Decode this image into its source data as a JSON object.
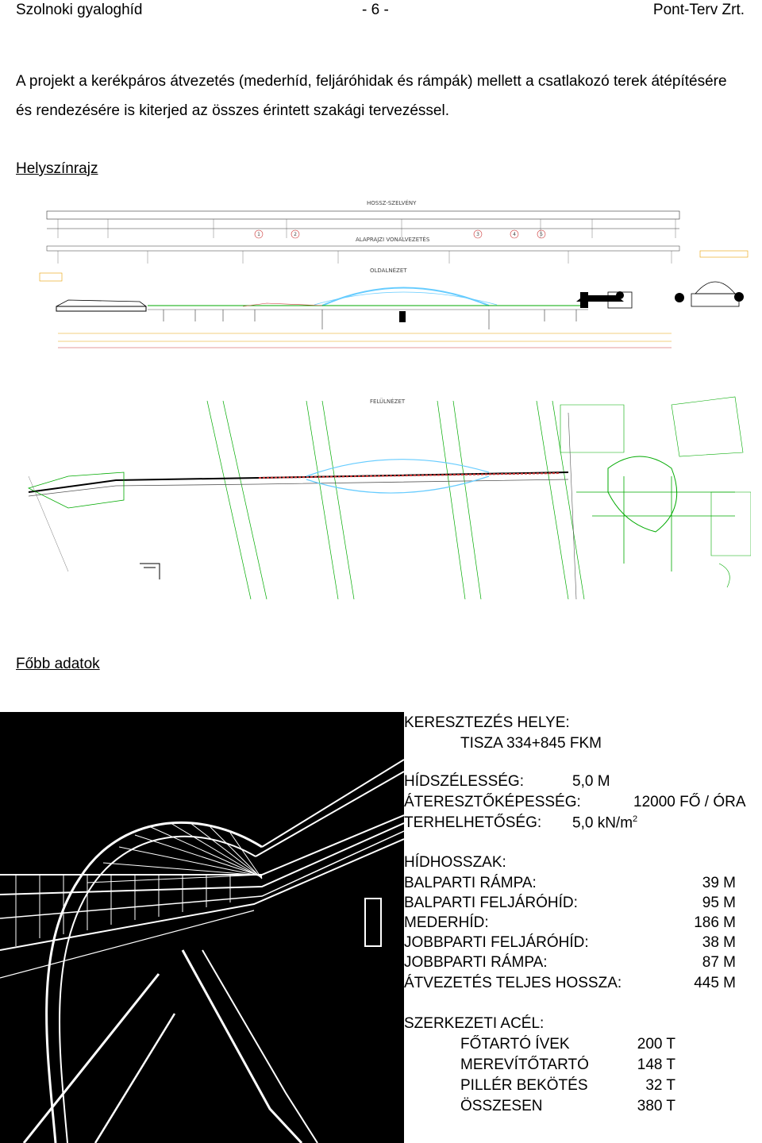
{
  "header": {
    "left": "Szolnoki gyaloghíd",
    "center": "- 6 -",
    "right": "Pont-Terv Zrt."
  },
  "intro": "A projekt a kerékpáros átvezetés (mederhíd, feljáróhidak és rámpák) mellett a csatlakozó terek átépítésére és rendezésére is kiterjed az összes érintett szakági tervezéssel.",
  "sections": {
    "site_plan": "Helyszínrajz",
    "main_data": "Főbb adatok"
  },
  "drawing": {
    "long_section": "HOSSZ-SZELVÉNY",
    "alignment": "ALAPRAJZI VONALVEZETÉS",
    "side_view": "OLDALNÉZET",
    "top_view": "FELÜLNÉZET",
    "piers": [
      "1",
      "2",
      "3",
      "4",
      "5"
    ]
  },
  "data": {
    "crossing_label": "KERESZTEZÉS HELYE:",
    "crossing_value": "TISZA 334+845 FKM",
    "width_label": "HÍDSZÉLESSÉG:",
    "width_value": "5,0 M",
    "capacity_label": "ÁTERESZTŐKÉPESSÉG:",
    "capacity_value": "12000 FŐ / ÓRA",
    "load_label": "TERHELHETŐSÉG:",
    "load_value": "5,0 kN/m",
    "load_sup": "2",
    "lengths_title": "HÍDHOSSZAK:",
    "lengths": [
      {
        "label": "BALPARTI RÁMPA:",
        "value": "39 M"
      },
      {
        "label": "BALPARTI FELJÁRÓHÍD:",
        "value": "95 M"
      },
      {
        "label": "MEDERHÍD:",
        "value": "186 M"
      },
      {
        "label": "JOBBPARTI FELJÁRÓHÍD:",
        "value": "38 M"
      },
      {
        "label": "JOBBPARTI RÁMPA:",
        "value": "87 M"
      },
      {
        "label": "ÁTVEZETÉS TELJES HOSSZA:",
        "value": "445 M"
      }
    ],
    "steel_title": "SZERKEZETI ACÉL:",
    "steel": [
      {
        "label": "FŐTARTÓ ÍVEK",
        "value": "200 T"
      },
      {
        "label": "MEREVÍTŐTARTÓ",
        "value": "148 T"
      },
      {
        "label": "PILLÉR BEKÖTÉS",
        "value": "32 T"
      },
      {
        "label": "ÖSSZESEN",
        "value": "380 T"
      }
    ]
  }
}
